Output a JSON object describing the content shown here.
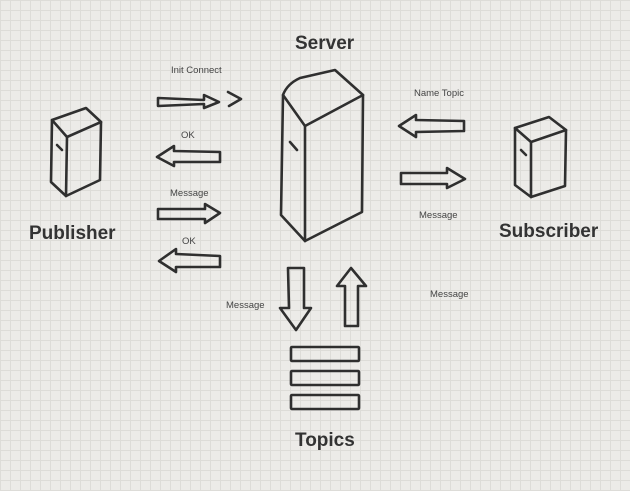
{
  "nodes": {
    "server": "Server",
    "publisher": "Publisher",
    "subscriber": "Subscriber",
    "topics": "Topics"
  },
  "messages": {
    "init_connect": "Init Connect",
    "ok_1": "OK",
    "message_pub": "Message",
    "ok_2": "OK",
    "name_topic": "Name Topic",
    "message_sub": "Message",
    "message_topics_down": "Message",
    "message_topics_up": "Message"
  },
  "colors": {
    "background": "#ecebe8",
    "grid": "#dddcd8",
    "stroke": "#2f2f2f"
  }
}
